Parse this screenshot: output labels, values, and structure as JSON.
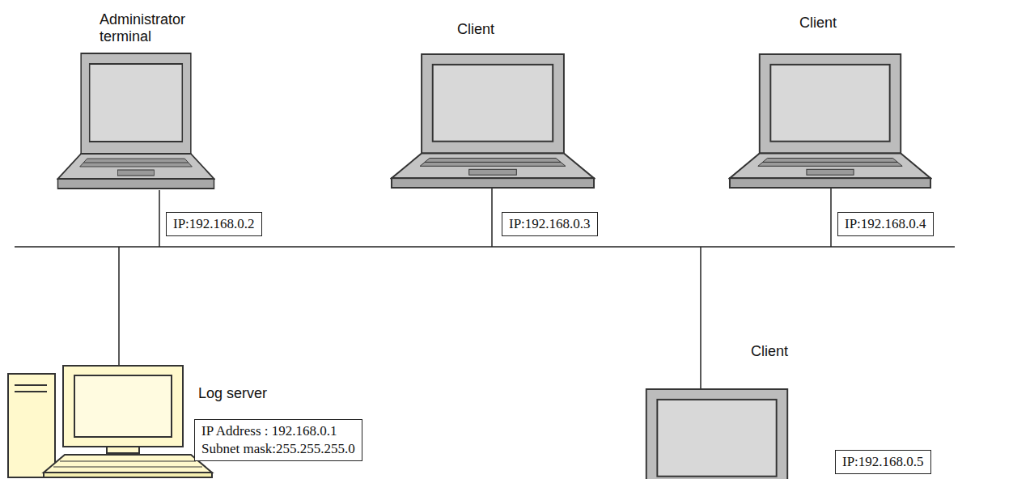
{
  "diagram": {
    "nodes": [
      {
        "text": [
          "IP:192.168.0.2"
        ]
      },
      {
        "text": [
          "IP:192.168.0.3"
        ]
      },
      {
        "text": [
          "IP:192.168.0.4"
        ]
      },
      {
        "text": [
          "IP Address : 192.168.0.1",
          "Subnet mask:255.255.255.0"
        ]
      },
      {
        "text": [
          "IP:192.168.0.5"
        ]
      }
    ],
    "labels": [
      "Administrator terminal",
      "Client",
      "Client",
      "Log server",
      "Client"
    ]
  }
}
